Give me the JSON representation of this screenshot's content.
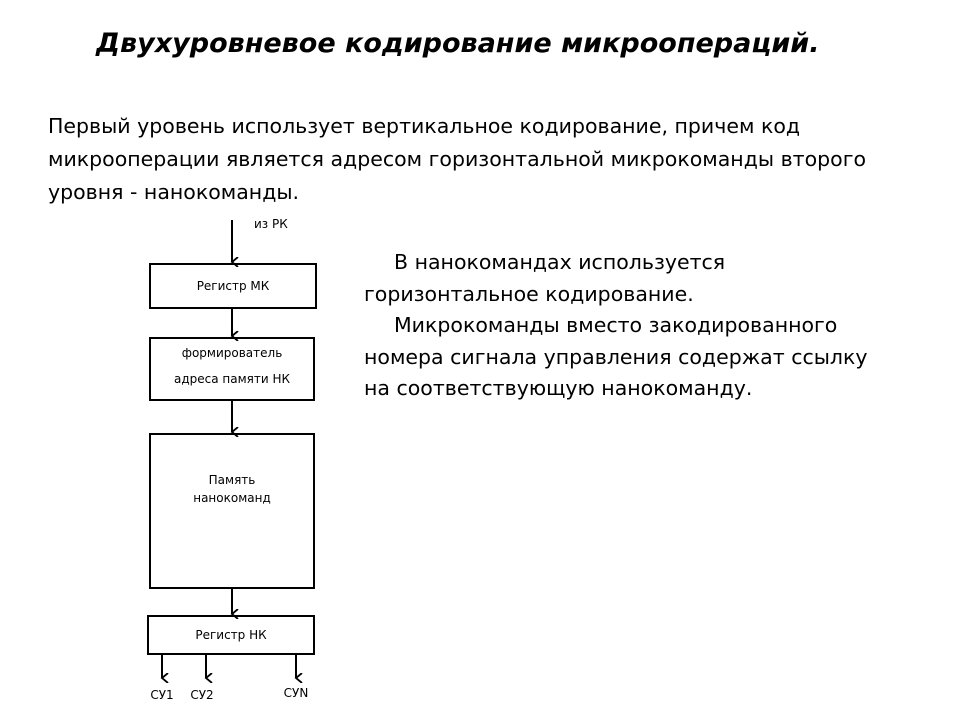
{
  "title": "Двухуровневое  кодирование микроопераций.",
  "intro": {
    "lines": [
      "Первый уровень использует вертикальное кодирование, причем код",
      "микрооперации является адресом горизонтальной микрокоманды второго",
      "уровня - нанокоманды."
    ]
  },
  "side_text": {
    "lines": [
      "В нанокомандах используется",
      "горизонтальное кодирование.",
      "Микрокоманды вместо закодированного",
      "номера сигнала управления содержат ссылку",
      "на соответствующую нанокоманду."
    ]
  },
  "diagram": {
    "input_label": "из РК",
    "block_mk": "Регистр МК",
    "block_addr_line1": "формирователь",
    "block_addr_line2": "адреса памяти НК",
    "block_mem_line1": "Память",
    "block_mem_line2": "нанокоманд",
    "block_nk": "Регистр НК",
    "outputs": [
      "СУ1",
      "СУ2",
      "СУN"
    ]
  }
}
